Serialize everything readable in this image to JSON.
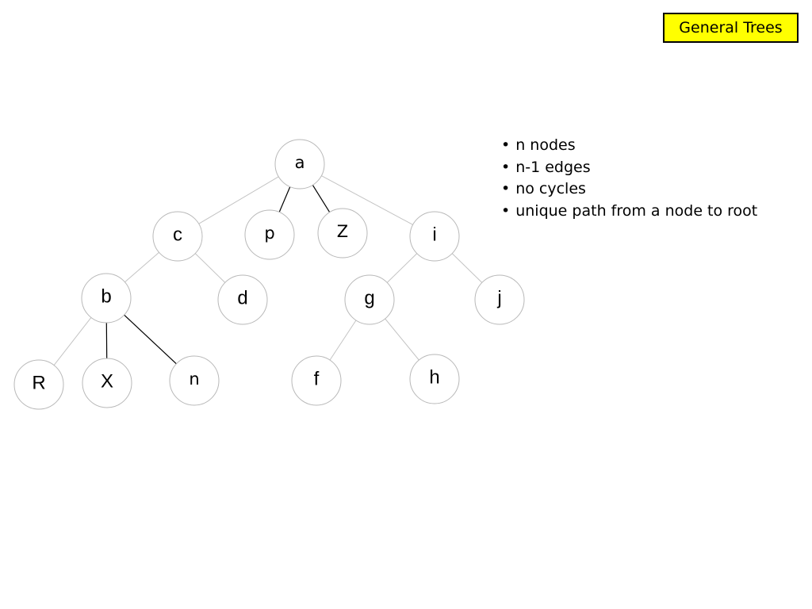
{
  "title": {
    "text": "General Trees",
    "background": "#ffff00"
  },
  "bullets": [
    "n nodes",
    "n-1 edges",
    "no cycles",
    "unique path from a node to root"
  ],
  "tree": {
    "nodes": [
      {
        "id": "a",
        "label": "a"
      },
      {
        "id": "c",
        "label": "c"
      },
      {
        "id": "p",
        "label": "p"
      },
      {
        "id": "Z",
        "label": "Z"
      },
      {
        "id": "i",
        "label": "i"
      },
      {
        "id": "b",
        "label": "b"
      },
      {
        "id": "d",
        "label": "d"
      },
      {
        "id": "g",
        "label": "g"
      },
      {
        "id": "j",
        "label": "j"
      },
      {
        "id": "R",
        "label": "R"
      },
      {
        "id": "X",
        "label": "X"
      },
      {
        "id": "n",
        "label": "n"
      },
      {
        "id": "f",
        "label": "f"
      },
      {
        "id": "h",
        "label": "h"
      }
    ],
    "edges": [
      {
        "from": "a",
        "to": "c",
        "style": "light"
      },
      {
        "from": "a",
        "to": "p",
        "style": "dark"
      },
      {
        "from": "a",
        "to": "Z",
        "style": "dark"
      },
      {
        "from": "a",
        "to": "i",
        "style": "light"
      },
      {
        "from": "c",
        "to": "b",
        "style": "light"
      },
      {
        "from": "c",
        "to": "d",
        "style": "light"
      },
      {
        "from": "i",
        "to": "g",
        "style": "light"
      },
      {
        "from": "i",
        "to": "j",
        "style": "light"
      },
      {
        "from": "b",
        "to": "R",
        "style": "light"
      },
      {
        "from": "b",
        "to": "X",
        "style": "dark"
      },
      {
        "from": "b",
        "to": "n",
        "style": "dark"
      },
      {
        "from": "g",
        "to": "f",
        "style": "light"
      },
      {
        "from": "g",
        "to": "h",
        "style": "light"
      }
    ],
    "edge_colors": {
      "light": "#c4c4c4",
      "dark": "#000000"
    }
  }
}
